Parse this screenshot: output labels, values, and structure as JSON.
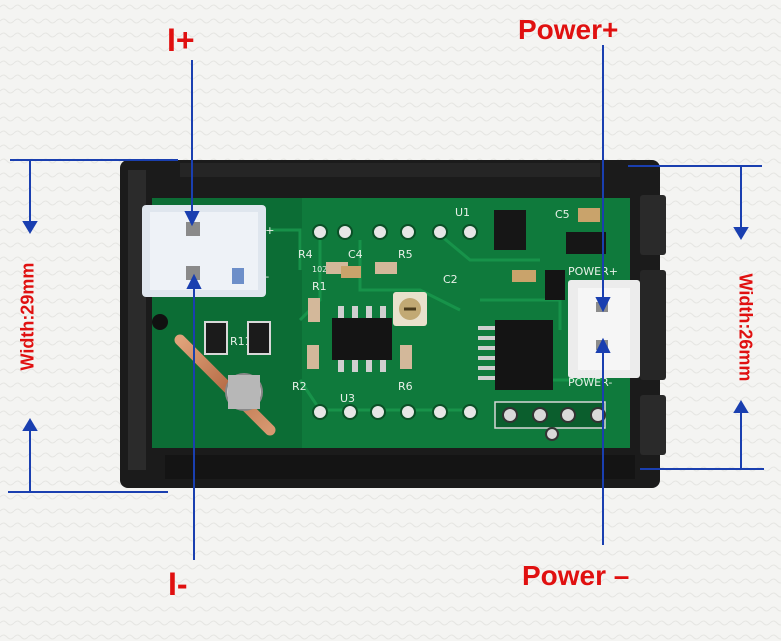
{
  "labels": {
    "i_plus": "I+",
    "i_minus": "I-",
    "power_plus": "Power+",
    "power_minus": "Power –",
    "width_left": "Width:29mm",
    "width_right": "Width:26mm"
  },
  "silkscreen": {
    "i_plus": "I+",
    "i_minus": "I-",
    "power_plus": "POWER+",
    "power_minus": "POWER-",
    "u1": "U1",
    "c5": "C5",
    "c4": "C4",
    "c2": "C2",
    "r1": "R1",
    "r2": "R2",
    "r4": "R4",
    "r5": "R5",
    "r6": "R6",
    "r11": "R11",
    "u3": "U3",
    "r102": "102"
  },
  "colors": {
    "annotation": "#e01010",
    "dimension_line": "#1a3fb0",
    "pcb": "#0f7a3c",
    "bezel": "#1b1b1b",
    "background": "#f4f4f2"
  }
}
